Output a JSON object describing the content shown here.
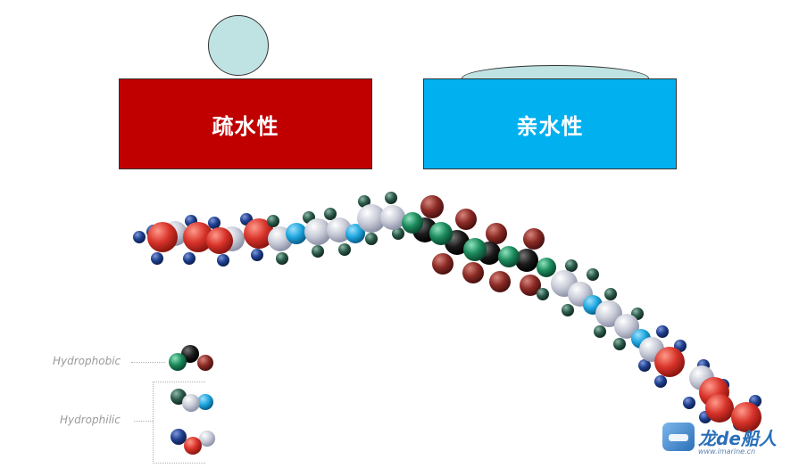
{
  "panels": {
    "hydrophobic": {
      "label": "疏水性",
      "color": "#c00000"
    },
    "hydrophilic": {
      "label": "亲水性",
      "color": "#00b0ef"
    }
  },
  "droplet_color": "#bfe3e2",
  "legend": {
    "hydrophobic_label": "Hydrophobic",
    "hydrophilic_label": "Hydrophilic"
  },
  "atom_colors": {
    "red": "#d8332a",
    "navy": "#1f3f8f",
    "silver": "#c9ccd8",
    "cyan": "#1da6df",
    "darkgreen": "#2b5a4a",
    "green": "#1b8a5c",
    "black": "#1a1a1a",
    "maroon": "#8b2a25"
  },
  "watermark": {
    "text": "龙de船人",
    "url": "www.imarine.cn"
  }
}
